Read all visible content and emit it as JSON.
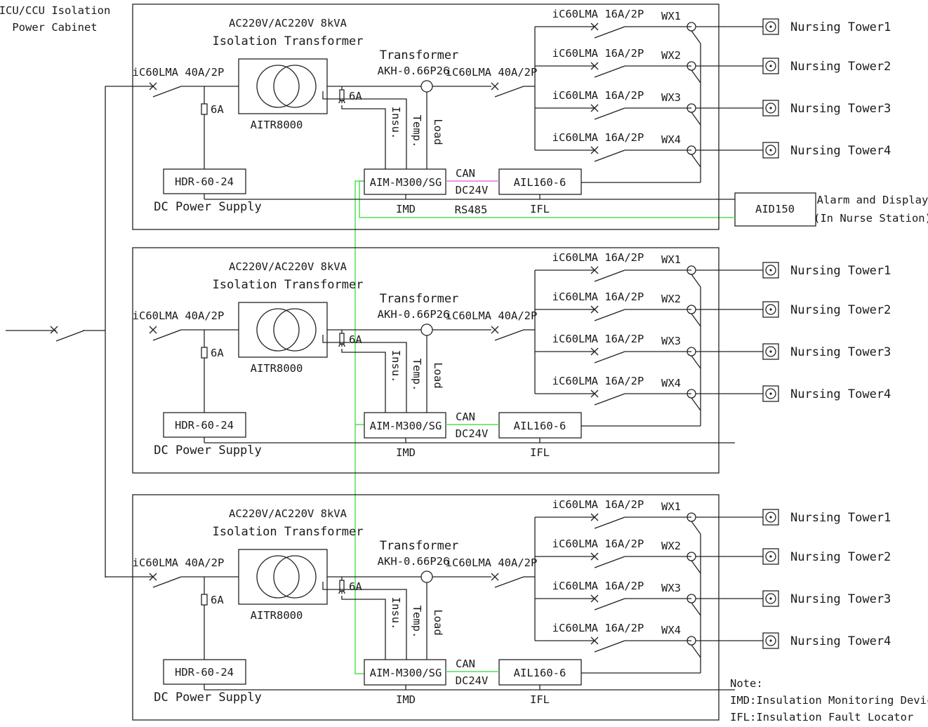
{
  "cabinet": {
    "title_line1": "ICU/CCU Isolation",
    "title_line2": "Power Cabinet"
  },
  "panel": {
    "transformer_spec": "AC220V/AC220V 8kVA",
    "transformer_name": "Isolation Transformer",
    "transformer_model": "AITR8000",
    "main_breaker": "iC60LMA 40A/2P",
    "fuse": "6A",
    "ct_label": "Transformer",
    "ct_model": "AKH-0.66P26",
    "out_breaker": "iC60LMA 40A/2P",
    "branch_breaker": "iC60LMA 16A/2P",
    "insu": "Insu.",
    "temp": "Temp.",
    "load": "Load",
    "psu_model": "HDR-60-24",
    "psu_label": "DC Power Supply",
    "imd_model": "AIM-M300/SG",
    "imd_label": "IMD",
    "ifl_model": "AIL160-6",
    "ifl_label": "IFL",
    "can": "CAN",
    "dc24v": "DC24V",
    "rs485": "RS485",
    "branches": [
      "WX1",
      "WX2",
      "WX3",
      "WX4"
    ],
    "towers": [
      "Nursing Tower1",
      "Nursing Tower2",
      "Nursing Tower3",
      "Nursing Tower4"
    ]
  },
  "alarm": {
    "model": "AID150",
    "label_line1": "Alarm and Display",
    "label_line2": "(In Nurse Station)"
  },
  "note": {
    "title": "Note:",
    "imd": "IMD:Insulation Monitoring Device",
    "ifl": "IFL:Insulation Fault Locator"
  },
  "colors": {
    "line": "#222222",
    "rs485_bus": "#55dd55",
    "can_bus": "#e070e0"
  }
}
